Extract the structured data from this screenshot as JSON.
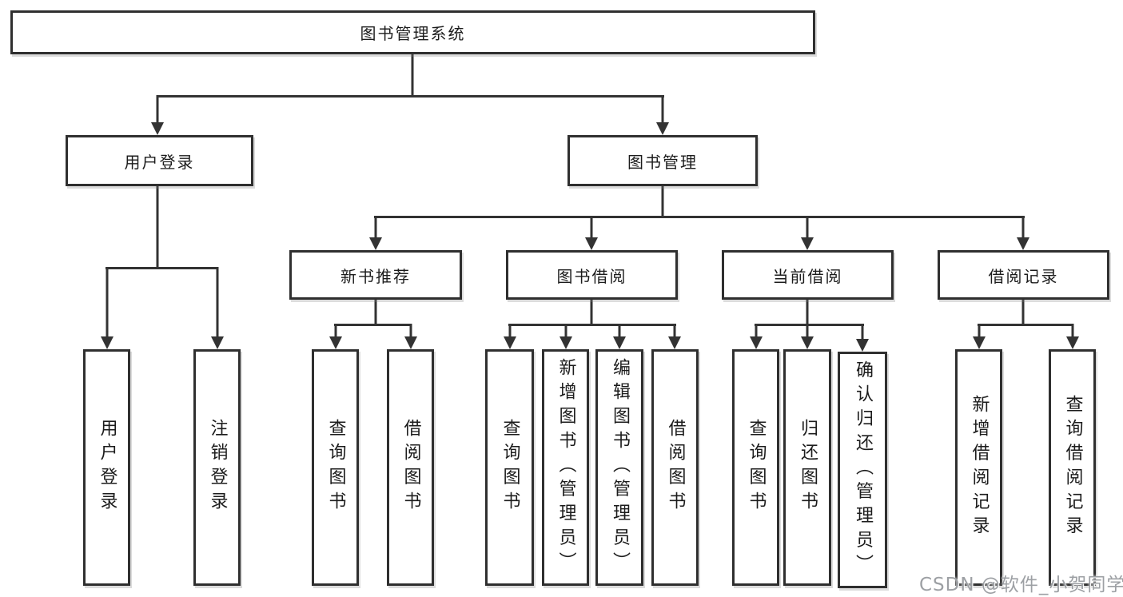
{
  "tree": {
    "label": "图书管理系统",
    "children": [
      {
        "label": "用户登录",
        "children": [
          {
            "label": "用户登录"
          },
          {
            "label": "注销登录"
          }
        ]
      },
      {
        "label": "图书管理",
        "children": [
          {
            "label": "新书推荐",
            "children": [
              {
                "label": "查询图书"
              },
              {
                "label": "借阅图书"
              }
            ]
          },
          {
            "label": "图书借阅",
            "children": [
              {
                "label": "查询图书"
              },
              {
                "label": "新增图书（管理员）"
              },
              {
                "label": "编辑图书（管理员）"
              },
              {
                "label": "借阅图书"
              }
            ]
          },
          {
            "label": "当前借阅",
            "children": [
              {
                "label": "查询图书"
              },
              {
                "label": "归还图书"
              },
              {
                "label": "确认归还（管理员）"
              }
            ]
          },
          {
            "label": "借阅记录",
            "children": [
              {
                "label": "新增借阅记录"
              },
              {
                "label": "查询借阅记录"
              }
            ]
          }
        ]
      }
    ]
  },
  "watermark": "CSDN @软件_小贺同学",
  "colors": {
    "line": "#333333",
    "box_border": "#2f2f2f",
    "box_fill": "#ffffff",
    "text": "#1c1c1c",
    "watermark": "#9da0a4",
    "background": "#ffffff"
  }
}
